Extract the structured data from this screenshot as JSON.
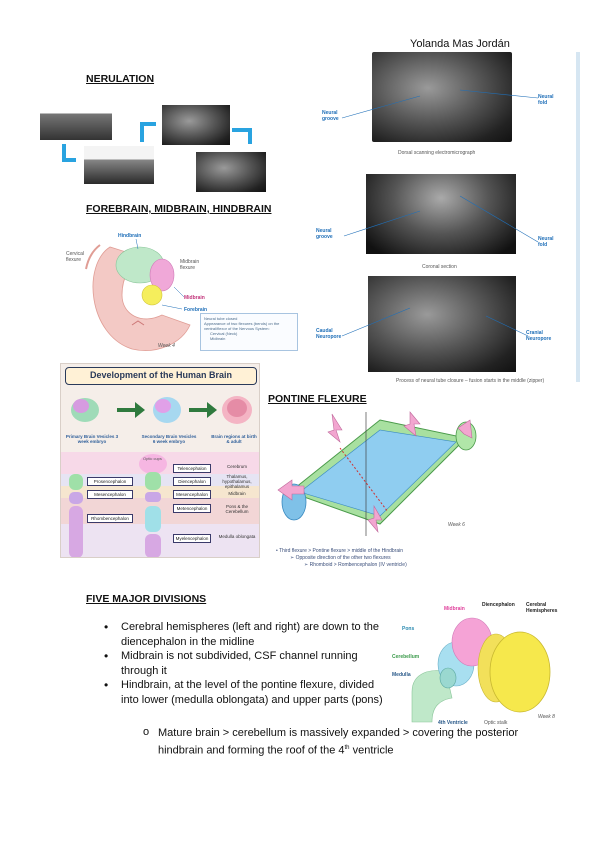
{
  "author": "Yolanda Mas Jordán",
  "headings": {
    "neurulation": "NERULATION",
    "forebrain": "FOREBRAIN, MIDBRAIN, HINDBRAIN",
    "pontine": "PONTINE FLEXURE",
    "five": "FIVE MAJOR DIVISIONS"
  },
  "sem_panel": {
    "top": {
      "left_label": "Neural groove",
      "right_label": "Neural fold",
      "caption": "Dorsal scanning electromicrograph"
    },
    "middle": {
      "left_label": "Neural groove",
      "right_label": "Neural fold",
      "caption": "Coronal section"
    },
    "bottom": {
      "left_label": "Caudal Neuropore",
      "right_label": "Cranial Neuropore",
      "caption": "Process of neural tube closure – fusion starts in the middle (zipper)"
    }
  },
  "embryo": {
    "hindbrain": "Hindbrain",
    "cervical": "Cervical flexure",
    "midbrain_flexure": "Midbrain flexure",
    "midbrain": "Midbrain",
    "forebrain": "Forebrain",
    "week": "Week 4",
    "notes": [
      "Neural tube closed",
      "Appearance of two flexures (bends) on the ventral/flexor of the Nervous System:",
      "Cervical (Neck)",
      "Midbrain"
    ]
  },
  "dev_chart": {
    "title": "Development of the Human Brain",
    "col1": "Primary Brain Vesicles 3 week embryo",
    "col2": "Secondary Brain Vesicles 6 week embryo",
    "col3": "Brain regions at birth & adult",
    "primary": [
      "Prosencephalon",
      "Mesencephalon",
      "Rhombencephalon"
    ],
    "secondary": [
      "Telencephalon",
      "Diencephalon",
      "Mesencephalon",
      "Metencephalon",
      "Myelencephalon"
    ],
    "regions": [
      "Cerebrum",
      "Thalamus, hypothalamus, epithalamus",
      "Midbrain",
      "Pons & the Cerebellum",
      "Medulla oblongata"
    ],
    "optic": "Optic cups"
  },
  "pontine_fig": {
    "week": "Week 6",
    "notes": [
      "Third flexure > Pontine flexure > middle of the Hindbrain",
      "Opposite direction of the other two flexures",
      "Rhomboid > Rombencephalon (IV ventricle)"
    ]
  },
  "divisions_fig": {
    "midbrain": "Midbrain",
    "diencephalon": "Diencephalon",
    "cerebral": "Cerebral Hemispheres",
    "pons": "Pons",
    "cerebellum": "Cerebellum",
    "medulla": "Medulla",
    "ventricle": "4th Ventricle",
    "optic": "Optic stalk",
    "week": "Week 8"
  },
  "bullets": [
    "Cerebral hemispheres (left and right) are down to the diencephalon in the midline",
    "Midbrain is not subdivided, CSF channel running through it",
    "Hindbrain, at the level of the pontine flexure, divided into lower (medulla oblongata) and upper parts (pons)"
  ],
  "sub_bullet": {
    "marker": "o",
    "text_a": "Mature brain > cerebellum is massively expanded > covering the posterior hindbrain and forming the roof of the 4",
    "sup": "th",
    "text_b": " ventricle"
  }
}
